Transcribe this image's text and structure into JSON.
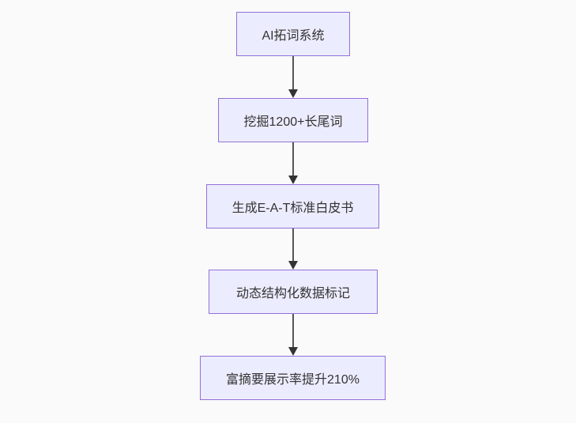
{
  "diagram": {
    "type": "flowchart-top-down",
    "nodes": [
      {
        "label": "AI拓词系统"
      },
      {
        "label": "挖掘1200+长尾词"
      },
      {
        "label": "生成E-A-T标准白皮书"
      },
      {
        "label": "动态结构化数据标记"
      },
      {
        "label": "富摘要展示率提升210%"
      }
    ],
    "edges": [
      {
        "from": 0,
        "to": 1
      },
      {
        "from": 1,
        "to": 2
      },
      {
        "from": 2,
        "to": 3
      },
      {
        "from": 3,
        "to": 4
      }
    ],
    "colors": {
      "background": "#fafafa",
      "node_fill": "#ECECFF",
      "node_border": "#9370DB",
      "text": "#333333",
      "edge_line": "#555555",
      "edge_head": "#333333"
    }
  }
}
